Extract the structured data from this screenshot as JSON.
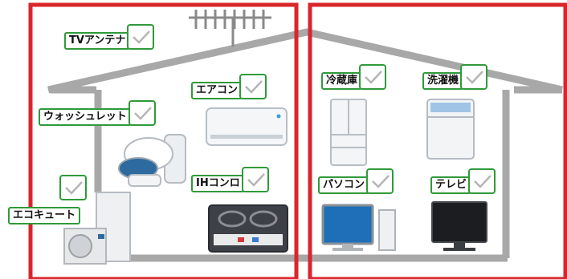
{
  "colors": {
    "frame_red": "#d9262b",
    "house_gray": "#a8a8a8",
    "tag_border_green": "#2f9a3a",
    "check_gray": "#b5b5b5"
  },
  "appliances": [
    {
      "id": "tv-antenna",
      "label": "TVアンテナ",
      "checked": true,
      "icon": "antenna-icon"
    },
    {
      "id": "aircon",
      "label": "エアコン",
      "checked": true,
      "icon": "air-conditioner-icon"
    },
    {
      "id": "washlet",
      "label": "ウォッシュレット",
      "checked": true,
      "icon": "toilet-icon"
    },
    {
      "id": "ih-stove",
      "label": "IHコンロ",
      "checked": true,
      "icon": "ih-stove-icon"
    },
    {
      "id": "ecocute",
      "label": "エコキュート",
      "checked": true,
      "icon": "water-heater-icon"
    },
    {
      "id": "fridge",
      "label": "冷蔵庫",
      "checked": true,
      "icon": "fridge-icon"
    },
    {
      "id": "washer",
      "label": "洗濯機",
      "checked": true,
      "icon": "washing-machine-icon"
    },
    {
      "id": "pc",
      "label": "パソコン",
      "checked": true,
      "icon": "computer-icon"
    },
    {
      "id": "tv",
      "label": "テレビ",
      "checked": true,
      "icon": "television-icon"
    }
  ]
}
